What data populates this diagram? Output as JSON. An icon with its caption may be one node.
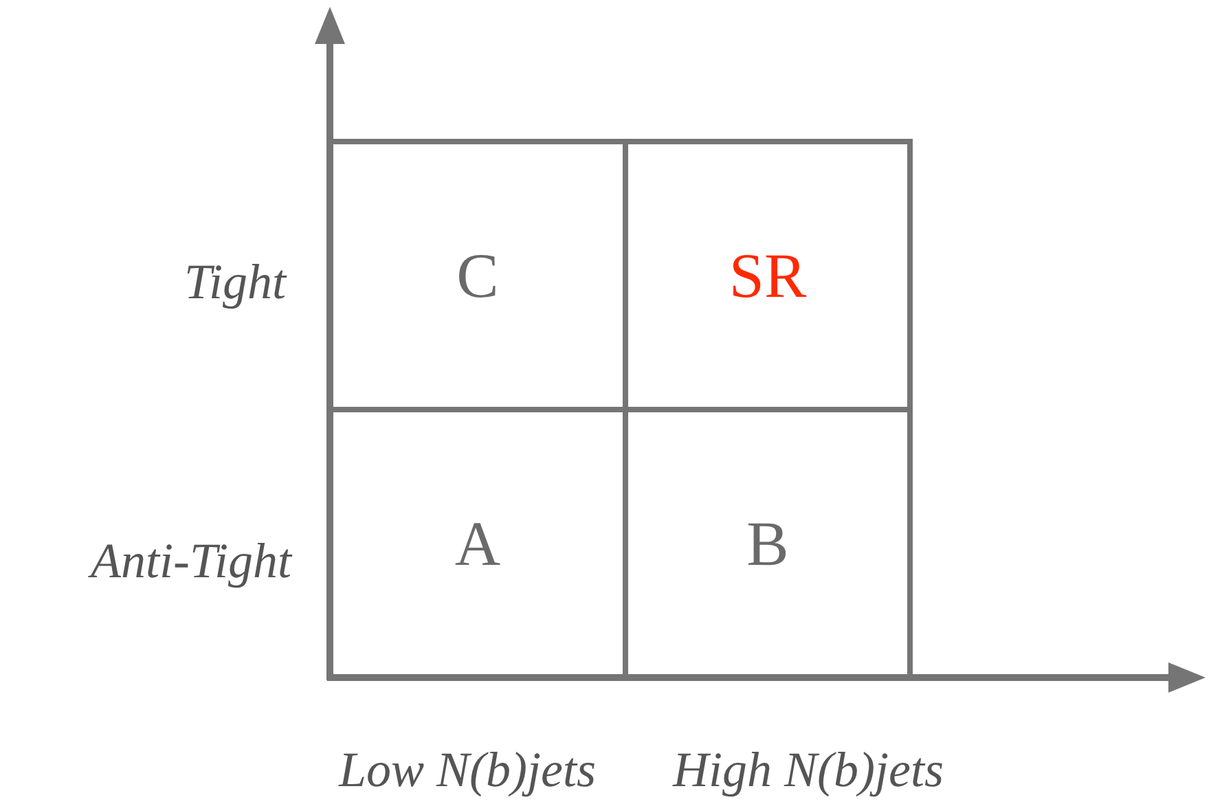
{
  "diagram": {
    "nodes": [
      {
        "text": [
          "C"
        ]
      },
      {
        "text": [
          "SR"
        ]
      },
      {
        "text": [
          "A"
        ]
      },
      {
        "text": [
          "B"
        ]
      }
    ],
    "labels": [
      "Tight",
      "Anti-Tight",
      "Low N(b)jets",
      "High N(b)jets"
    ]
  }
}
